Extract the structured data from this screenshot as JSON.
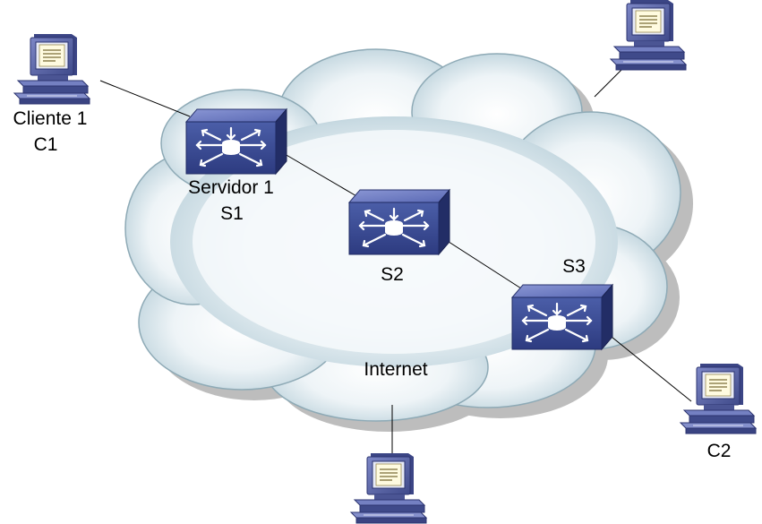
{
  "network": {
    "cloud_label": "Internet",
    "clients": {
      "c1_name": "Cliente 1",
      "c1_id": "C1",
      "c2_id": "C2"
    },
    "servers": {
      "s1_name": "Servidor 1",
      "s1_id": "S1",
      "s2_id": "S2",
      "s3_id": "S3"
    }
  },
  "colors": {
    "cloud_light": "#f4f8fa",
    "cloud_dark": "#9bb8c4",
    "cloud_shadow": "#b9b9b9",
    "device_front": "#3d4f96",
    "device_top": "#7180c4",
    "device_side": "#23306a",
    "computer_body": "#5b65a8",
    "screen": "#fffbe0",
    "link": "#000000"
  },
  "icons": {
    "client": "computer-icon",
    "server": "switch-router-icon",
    "network": "cloud-icon"
  }
}
